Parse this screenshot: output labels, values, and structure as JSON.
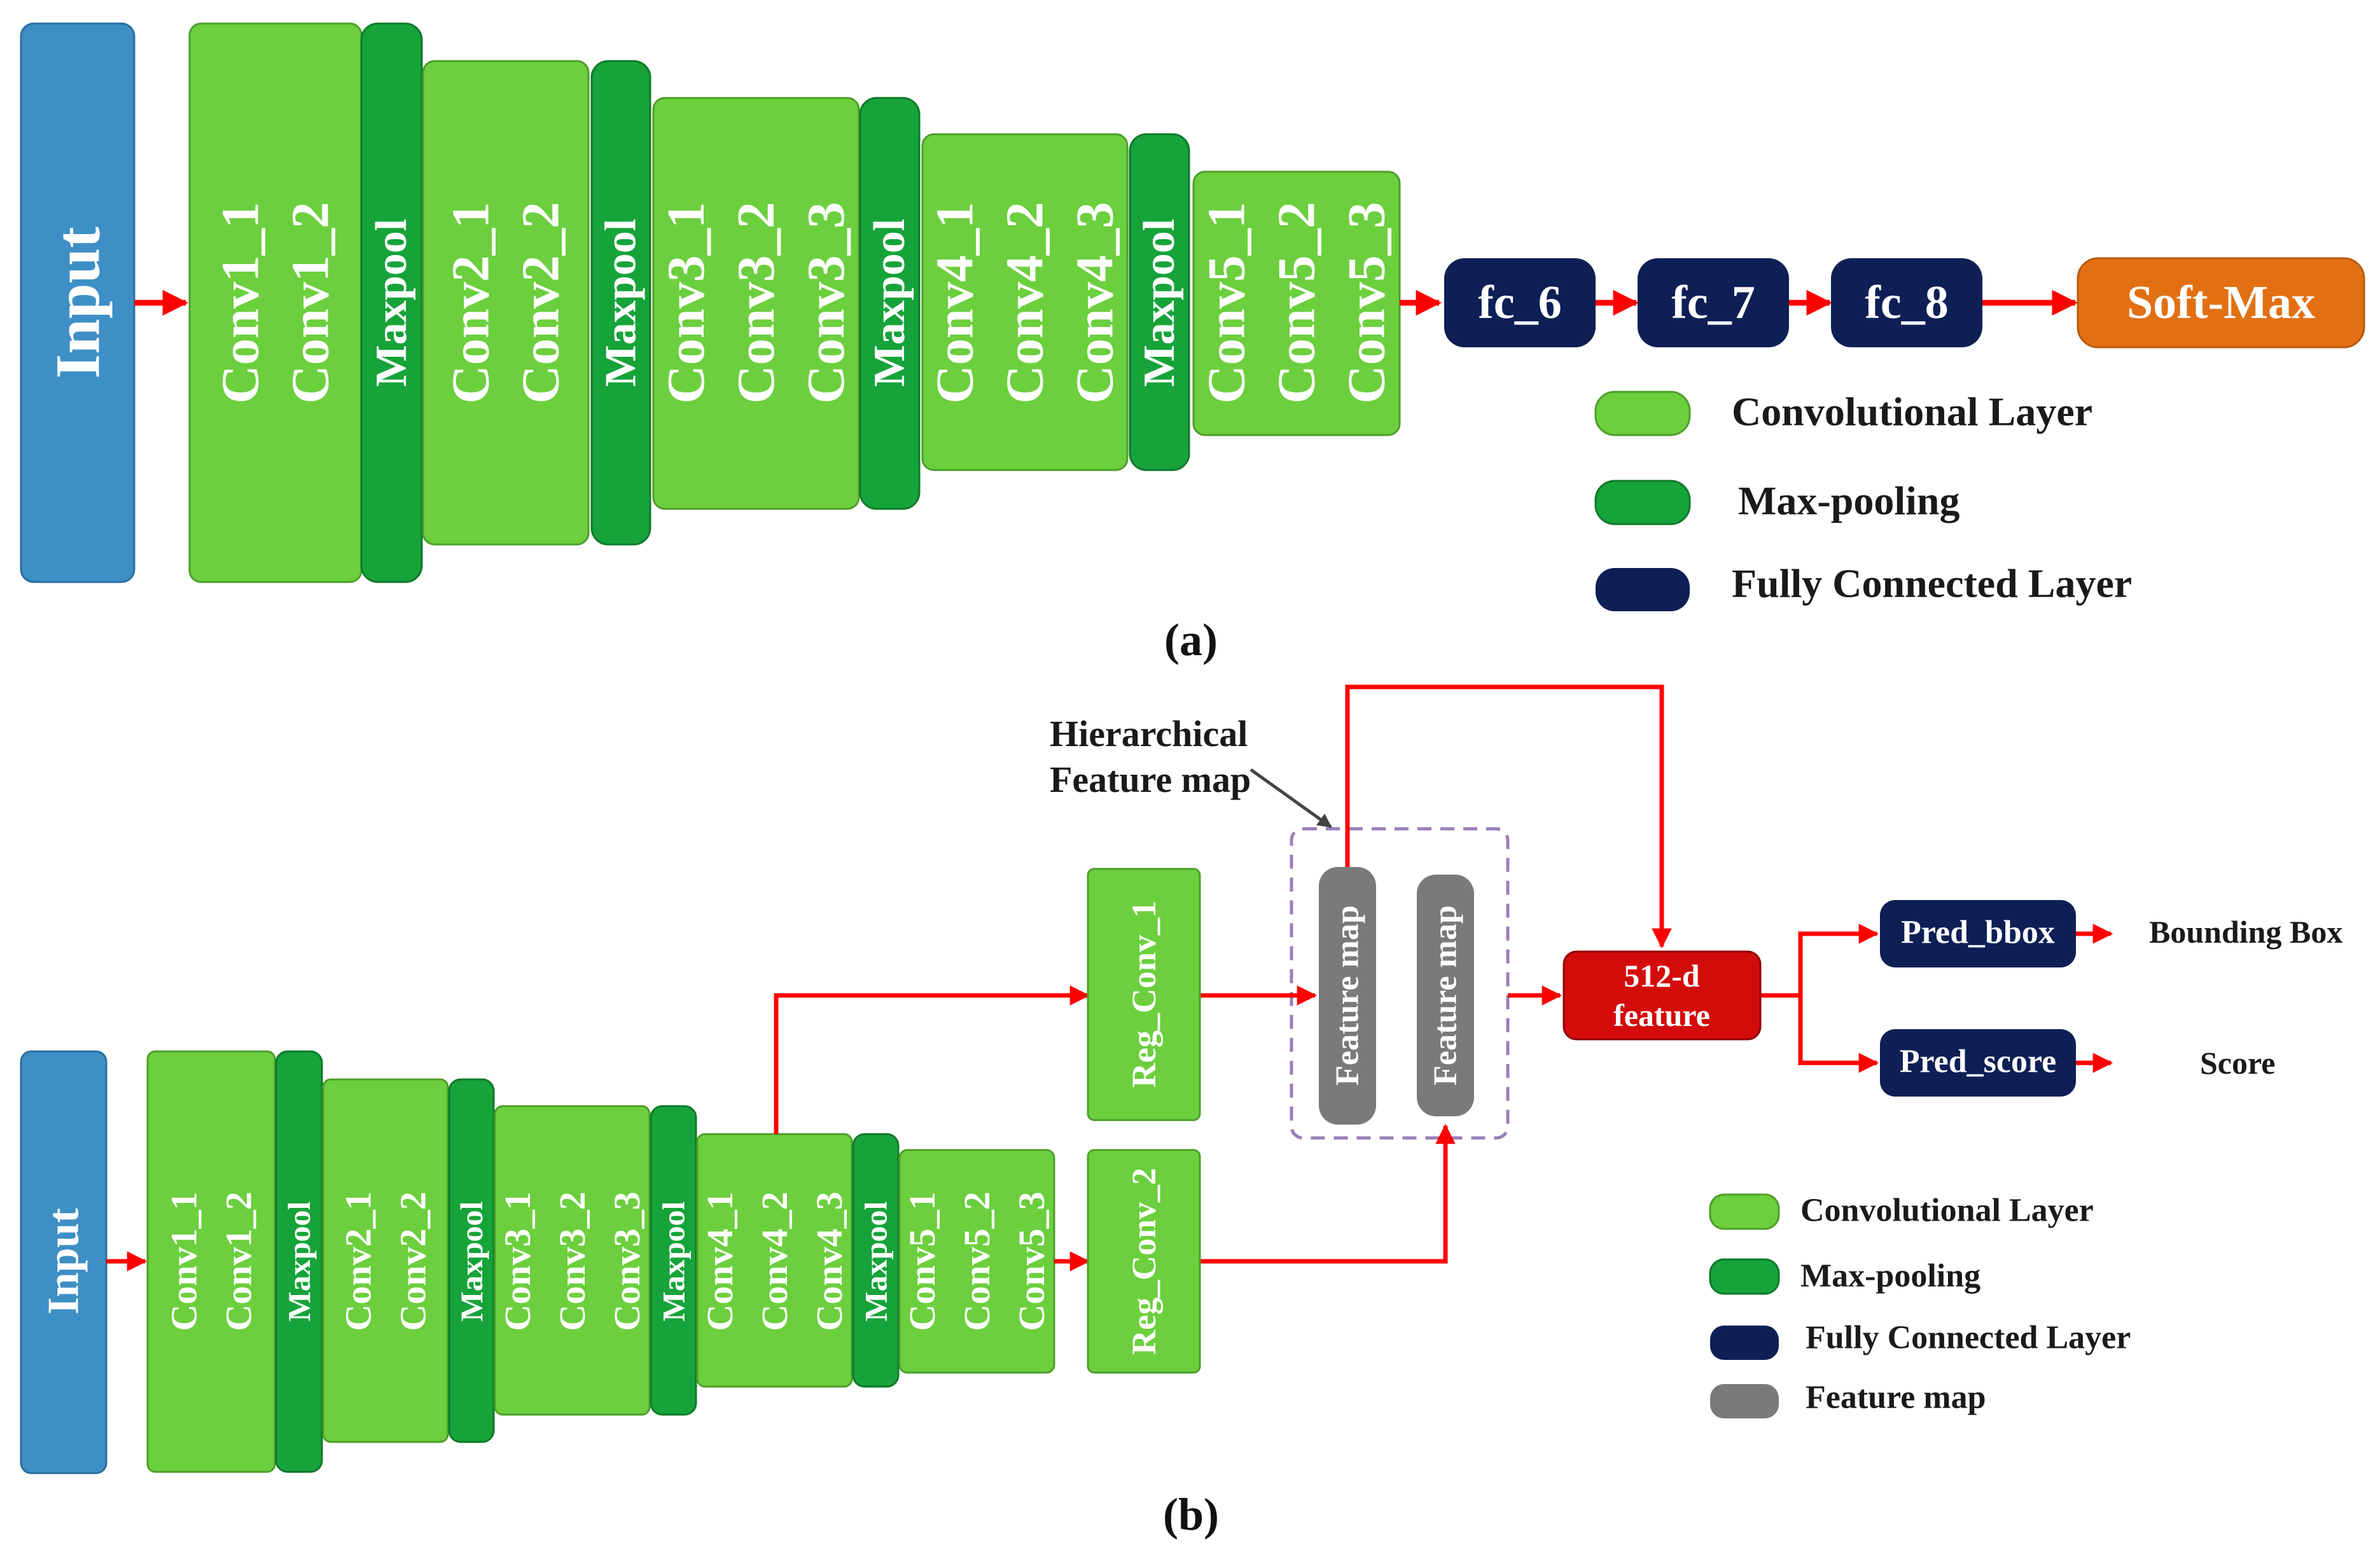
{
  "colors": {
    "input": "#3d8fc6",
    "conv": "#6ccf3e",
    "pool": "#16a33a",
    "fc": "#0d1f55",
    "softmax": "#e27013",
    "feature_map": "#7a7a7a",
    "feature_512": "#d40b0b",
    "arrow": "#ff0000",
    "dashed_box": "#9a7fb8"
  },
  "panel_a": {
    "caption": "(a)",
    "input": "Input",
    "blocks": [
      {
        "kind": "conv",
        "lines": [
          "Conv1_1",
          "Conv1_2"
        ]
      },
      {
        "kind": "pool",
        "lines": [
          "Maxpool"
        ]
      },
      {
        "kind": "conv",
        "lines": [
          "Conv2_1",
          "Conv2_2"
        ]
      },
      {
        "kind": "pool",
        "lines": [
          "Maxpool"
        ]
      },
      {
        "kind": "conv",
        "lines": [
          "Conv3_1",
          "Conv3_2",
          "Conv3_3"
        ]
      },
      {
        "kind": "pool",
        "lines": [
          "Maxpool"
        ]
      },
      {
        "kind": "conv",
        "lines": [
          "Conv4_1",
          "Conv4_2",
          "Conv4_3"
        ]
      },
      {
        "kind": "pool",
        "lines": [
          "Maxpool"
        ]
      },
      {
        "kind": "conv",
        "lines": [
          "Conv5_1",
          "Conv5_2",
          "Conv5_3"
        ]
      }
    ],
    "fc": [
      "fc_6",
      "fc_7",
      "fc_8"
    ],
    "softmax": "Soft-Max",
    "legend": {
      "conv": "Convolutional Layer",
      "pool": "Max-pooling",
      "fc": "Fully Connected Layer"
    }
  },
  "panel_b": {
    "caption": "(b)",
    "input": "Input",
    "blocks": [
      {
        "kind": "conv",
        "lines": [
          "Conv1_1",
          "Conv1_2"
        ]
      },
      {
        "kind": "pool",
        "lines": [
          "Maxpool"
        ]
      },
      {
        "kind": "conv",
        "lines": [
          "Conv2_1",
          "Conv2_2"
        ]
      },
      {
        "kind": "pool",
        "lines": [
          "Maxpool"
        ]
      },
      {
        "kind": "conv",
        "lines": [
          "Conv3_1",
          "Conv3_2",
          "Conv3_3"
        ]
      },
      {
        "kind": "pool",
        "lines": [
          "Maxpool"
        ]
      },
      {
        "kind": "conv",
        "lines": [
          "Conv4_1",
          "Conv4_2",
          "Conv4_3"
        ]
      },
      {
        "kind": "pool",
        "lines": [
          "Maxpool"
        ]
      },
      {
        "kind": "conv",
        "lines": [
          "Conv5_1",
          "Conv5_2",
          "Conv5_3"
        ]
      }
    ],
    "reg_conv_1": "Reg_Conv_1",
    "reg_conv_2": "Reg_Conv_2",
    "feature_map_1": "Feature map",
    "feature_map_2": "Feature map",
    "hierarchical_label": [
      "Hierarchical",
      "Feature map"
    ],
    "feature_512": [
      "512-d",
      "feature"
    ],
    "pred_bbox": "Pred_bbox",
    "pred_score": "Pred_score",
    "out_bbox": "Bounding Box",
    "out_score": "Score",
    "legend": {
      "conv": "Convolutional Layer",
      "pool": "Max-pooling",
      "fc": "Fully Connected Layer",
      "feature_map": "Feature map"
    }
  }
}
